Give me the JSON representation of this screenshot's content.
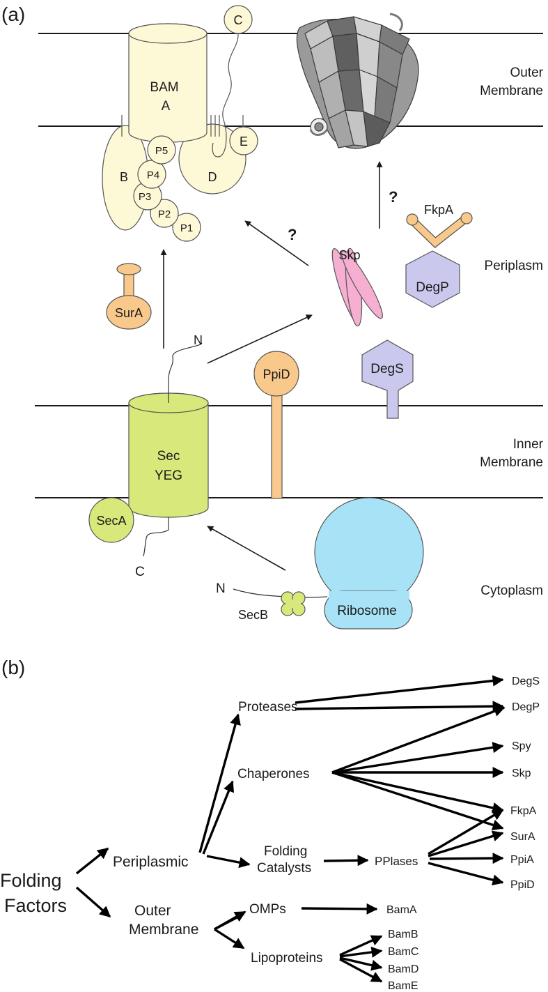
{
  "panel_a": {
    "label": "(a)",
    "compartments": {
      "outer_membrane": [
        "Outer",
        "Membrane"
      ],
      "periplasm": "Periplasm",
      "inner_membrane": [
        "Inner",
        "Membrane"
      ],
      "cytoplasm": "Cytoplasm"
    },
    "bam": {
      "a": [
        "BAM",
        "A"
      ],
      "b": "B",
      "c": "C",
      "d": "D",
      "e": "E",
      "potra": [
        "P1",
        "P2",
        "P3",
        "P4",
        "P5"
      ]
    },
    "proteins": {
      "sura": "SurA",
      "skp": "Skp",
      "degp": "DegP",
      "degs": "DegS",
      "fkpa": "FkpA",
      "ppid": "PpiD",
      "sec": [
        "Sec",
        "YEG"
      ],
      "seca": "SecA",
      "secb": "SecB",
      "ribosome": "Ribosome"
    },
    "termini": {
      "n_top": "N",
      "c_bottom": "C",
      "n_ribosome": "N"
    },
    "question_marks": [
      "?",
      "?"
    ]
  },
  "panel_b": {
    "label": "(b)",
    "root": [
      "Folding",
      "Factors"
    ],
    "periplasmic": "Periplasmic",
    "outer_membrane": [
      "Outer",
      "Membrane"
    ],
    "proteases": "Proteases",
    "chaperones": "Chaperones",
    "folding_catalysts": [
      "Folding",
      "Catalysts"
    ],
    "pplases": "PPlases",
    "omps": "OMPs",
    "lipoproteins": "Lipoproteins",
    "leaves": {
      "degs": "DegS",
      "degp": "DegP",
      "spy": "Spy",
      "skp": "Skp",
      "fkpa": "FkpA",
      "sura": "SurA",
      "ppia": "PpiA",
      "ppid": "PpiD",
      "bama": "BamA",
      "bamb": "BamB",
      "bamc": "BamC",
      "bamd": "BamD",
      "bame": "BamE"
    }
  }
}
